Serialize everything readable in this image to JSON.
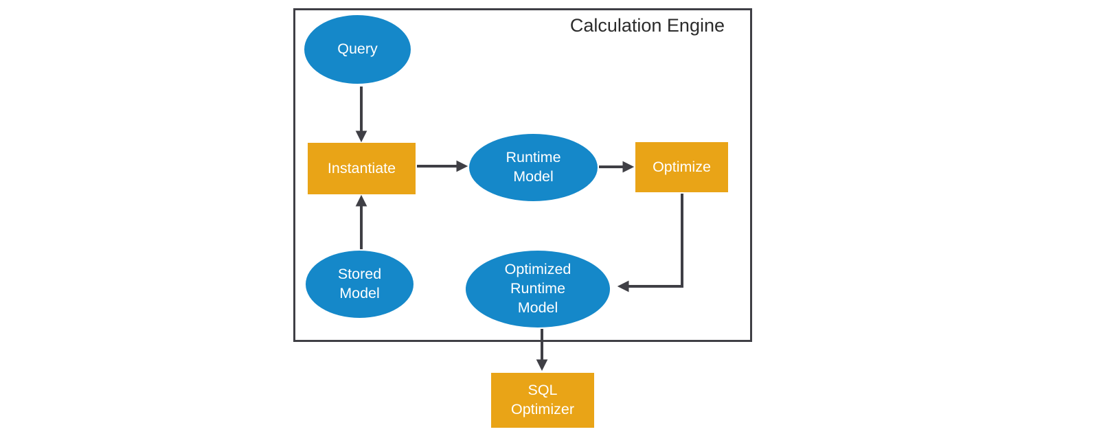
{
  "diagram": {
    "title": "Calculation Engine",
    "nodes": {
      "query": {
        "label": "Query",
        "shape": "ellipse"
      },
      "instantiate": {
        "label": "Instantiate",
        "shape": "rect"
      },
      "runtime_model": {
        "label": "Runtime Model",
        "shape": "ellipse"
      },
      "optimize": {
        "label": "Optimize",
        "shape": "rect"
      },
      "stored_model": {
        "label": "Stored Model",
        "shape": "ellipse"
      },
      "optimized_runtime_model": {
        "label": "Optimized Runtime Model",
        "shape": "ellipse"
      },
      "sql_optimizer": {
        "label": "SQL Optimizer",
        "shape": "rect"
      }
    },
    "edges": [
      {
        "from": "query",
        "to": "instantiate"
      },
      {
        "from": "stored_model",
        "to": "instantiate"
      },
      {
        "from": "instantiate",
        "to": "runtime_model"
      },
      {
        "from": "runtime_model",
        "to": "optimize"
      },
      {
        "from": "optimize",
        "to": "optimized_runtime_model"
      },
      {
        "from": "optimized_runtime_model",
        "to": "sql_optimizer"
      }
    ],
    "colors": {
      "ellipse_fill": "#1588C9",
      "rect_fill": "#E9A417",
      "line": "#3F3F45",
      "title_text": "#2B2B2B",
      "node_text": "#FFFFFF"
    }
  }
}
